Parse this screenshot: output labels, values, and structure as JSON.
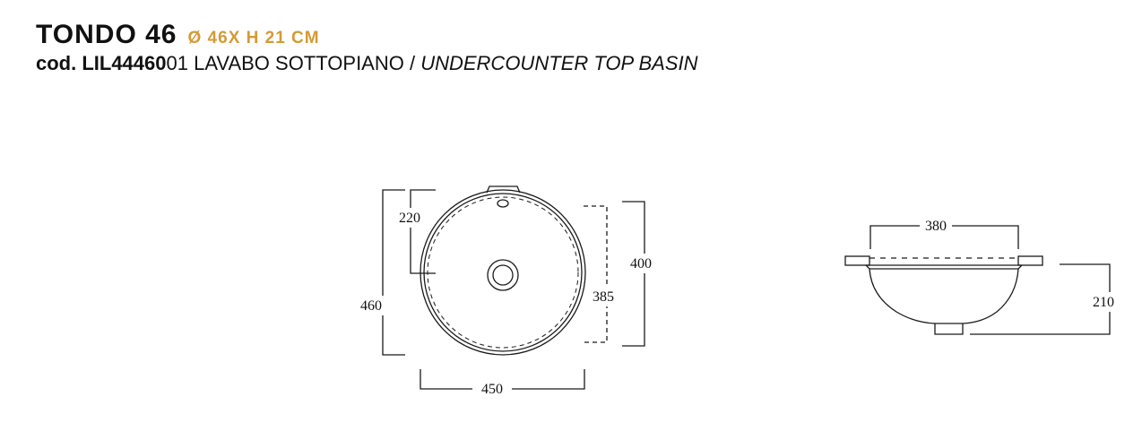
{
  "header": {
    "model_name": "TONDO 46",
    "model_dims": "Ø 46X H 21 CM",
    "code_prefix": "cod. LIL44460",
    "code_suffix": "01",
    "description_it": "LAVABO SOTTOPIANO /",
    "description_en": "UNDERCOUNTER TOP BASIN"
  },
  "top_view": {
    "dim_overflow_offset": "220",
    "dim_outer_height": "460",
    "dim_outer_width": "450",
    "dim_bowl_height": "400",
    "dim_inner_bowl": "385"
  },
  "side_view": {
    "dim_cutout_width": "380",
    "dim_height": "210"
  },
  "colors": {
    "accent": "#d49a35",
    "line": "#1a1a1a"
  }
}
